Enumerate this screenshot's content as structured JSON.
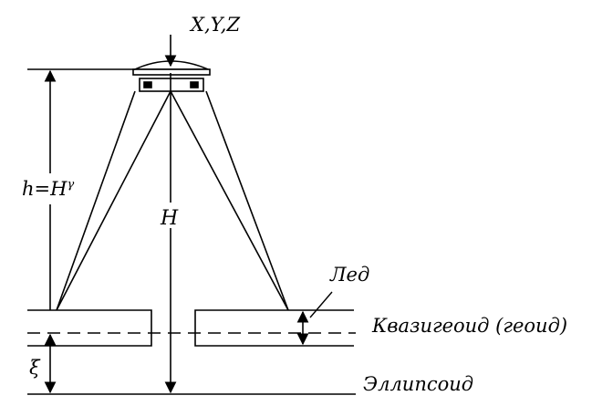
{
  "labels": {
    "point": "X,Y,Z",
    "h_eq": "h=H",
    "h_eq_sup": "γ",
    "H": "H",
    "ice": "Лед",
    "quasigeoid": "Квазигеоид (геоид)",
    "xi": "ξ",
    "ellipsoid": "Эллипсоид"
  },
  "colors": {
    "ink": "#000000",
    "background": "#ffffff"
  }
}
